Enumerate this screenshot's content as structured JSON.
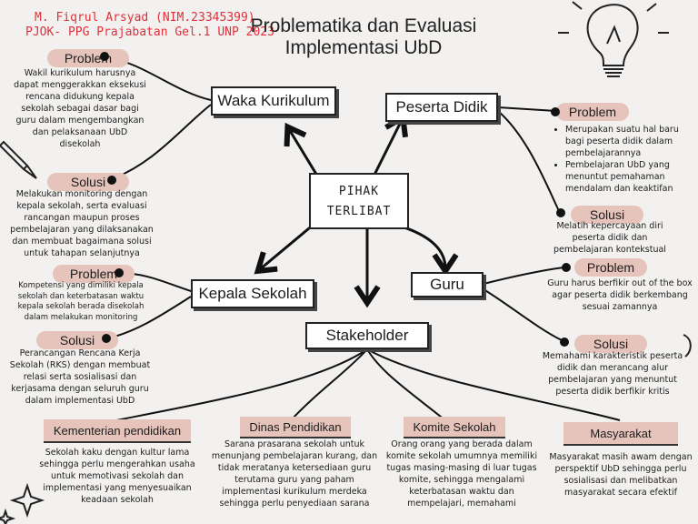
{
  "author": {
    "line1": "M. Fiqrul Arsyad (NIM.23345399)",
    "line2": "PJOK- PPG Prajabatan Gel.1 UNP 2023"
  },
  "title": {
    "line1": "Problematika dan Evaluasi",
    "line2": "Implementasi UbD"
  },
  "center": {
    "line1": "PIHAK",
    "line2": "TERLIBAT"
  },
  "waka": {
    "label": "Waka Kurikulum",
    "problem_label": "Problem",
    "problem_text": "Wakil kurikulum harusnya dapat menggerakkan eksekusi rencana didukung kepala sekolah sebagai dasar bagi guru dalam mengembangkan dan pelaksanaan UbD disekolah",
    "solusi_label": "Solusi",
    "solusi_text": "Melakukan monitoring dengan kepala sekolah, serta evaluasi rancangan maupun proses pembelajaran yang dilaksanakan dan membuat bagaimana solusi untuk tahapan selanjutnya"
  },
  "kepsek": {
    "label": "Kepala Sekolah",
    "problem_label": "Problem",
    "problem_text": "Kompetensi yang dimiliki kepala sekolah dan keterbatasan waktu kepala sekolah berada disekolah dalam melakukan monitoring",
    "solusi_label": "Solusi",
    "solusi_text": "Perancangan Rencana Kerja Sekolah (RKS) dengan membuat relasi serta sosialisasi dan kerjasama dengan seluruh guru dalam implementasi UbD"
  },
  "peserta": {
    "label": "Peserta Didik",
    "problem_label": "Problem",
    "problem_items": [
      "Merupakan suatu hal baru bagi peserta didik dalam pembelajarannya",
      "Pembelajaran UbD yang menuntut pemahaman mendalam dan keaktifan"
    ],
    "solusi_label": "Solusi",
    "solusi_text": "Melatih kepercayaan diri peserta didik dan pembelajaran kontekstual"
  },
  "guru": {
    "label": "Guru",
    "problem_label": "Problem",
    "problem_text": "Guru harus berfikir out of the box agar peserta didik berkembang sesuai zamannya",
    "solusi_label": "Solusi",
    "solusi_text": "Memahami karakteristik peserta didik dan merancang alur pembelajaran yang menuntut peserta didik berfikir kritis"
  },
  "stakeholder": {
    "label": "Stakeholder"
  },
  "kemendik": {
    "label": "Kementerian pendidikan",
    "text": "Sekolah kaku dengan kultur lama sehingga perlu mengerahkan usaha untuk memotivasi sekolah dan implementasi yang menyesuaikan keadaan sekolah"
  },
  "dinas": {
    "label": "Dinas Pendidikan",
    "text": "Sarana prasarana sekolah untuk menunjang pembelajaran kurang, dan tidak meratanya ketersediaan guru terutama guru yang paham implementasi kurikulum merdeka sehingga perlu penyediaan sarana"
  },
  "komite": {
    "label": "Komite Sekolah",
    "text": "Orang orang yang berada dalam komite sekolah umumnya memiliki tugas masing-masing di luar tugas komite, sehingga mengalami keterbatasan waktu dan mempelajari, memahami"
  },
  "masyarakat": {
    "label": "Masyarakat",
    "text": "Masyarakat masih awam dengan perspektif UbD sehingga perlu sosialisasi dan melibatkan masyarakat secara efektif"
  }
}
